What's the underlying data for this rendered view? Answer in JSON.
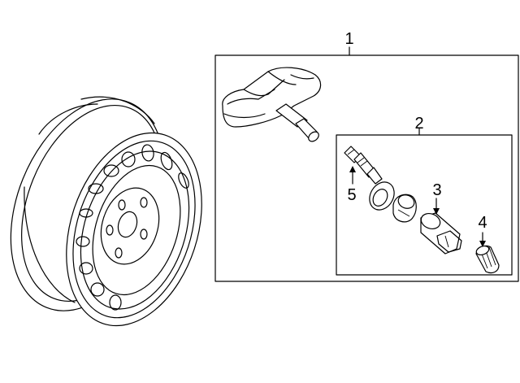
{
  "diagram": {
    "callouts": {
      "sensor_assembly": "1",
      "valve_kit": "2",
      "nut": "3",
      "cap": "4",
      "valve_stem": "5"
    }
  }
}
